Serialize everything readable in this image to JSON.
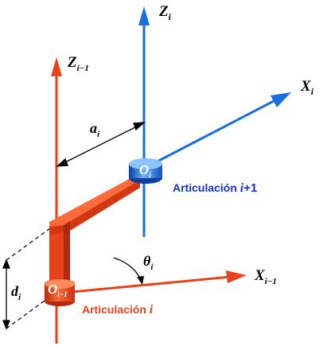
{
  "axes": {
    "z_prev": {
      "base": "Z",
      "sub": "i−1"
    },
    "z_i": {
      "base": "Z",
      "sub": "i"
    },
    "x_i": {
      "base": "X",
      "sub": "i"
    },
    "x_prev": {
      "base": "X",
      "sub": "i−1"
    }
  },
  "parameters": {
    "a": {
      "base": "a",
      "sub": "i"
    },
    "d": {
      "base": "d",
      "sub": "i"
    },
    "theta": {
      "base": "θ",
      "sub": "i"
    }
  },
  "origins": {
    "o_i": {
      "base": "O",
      "sub": "i"
    },
    "o_prev": {
      "base": "O",
      "sub": "i−1"
    }
  },
  "joints": {
    "next": {
      "text": "Articulación ",
      "var": "i",
      "suffix": "+1"
    },
    "current": {
      "text": "Articulación ",
      "var": "i"
    }
  },
  "colors": {
    "red": "#e8421a",
    "red_dark": "#b52a0c",
    "blue": "#1a6fe0",
    "blue_dark": "#0b3fa0",
    "joint_next_text": "#1a2fd0",
    "joint_current_text": "#e8421a"
  }
}
